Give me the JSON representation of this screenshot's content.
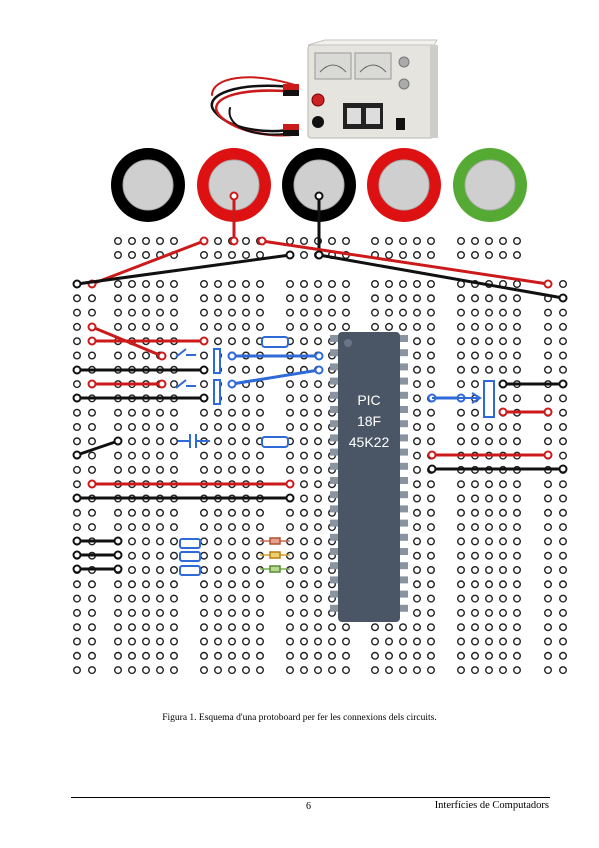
{
  "figure": {
    "chip_label": [
      "PIC",
      "18F",
      "45K22"
    ],
    "terminal_colors": [
      "#000000",
      "#dd1111",
      "#000000",
      "#dd1111",
      "#55aa33"
    ],
    "wire_colors": {
      "red": "#cc1a1a",
      "black": "#111111",
      "blue": "#2f6bd8"
    },
    "chip_color": "#4a5666"
  },
  "caption": "Figura 1. Esquema d'una protoboard per fer les connexions dels circuits.",
  "footer": {
    "page_number": "6",
    "title": "Interfícies de Computadors"
  }
}
